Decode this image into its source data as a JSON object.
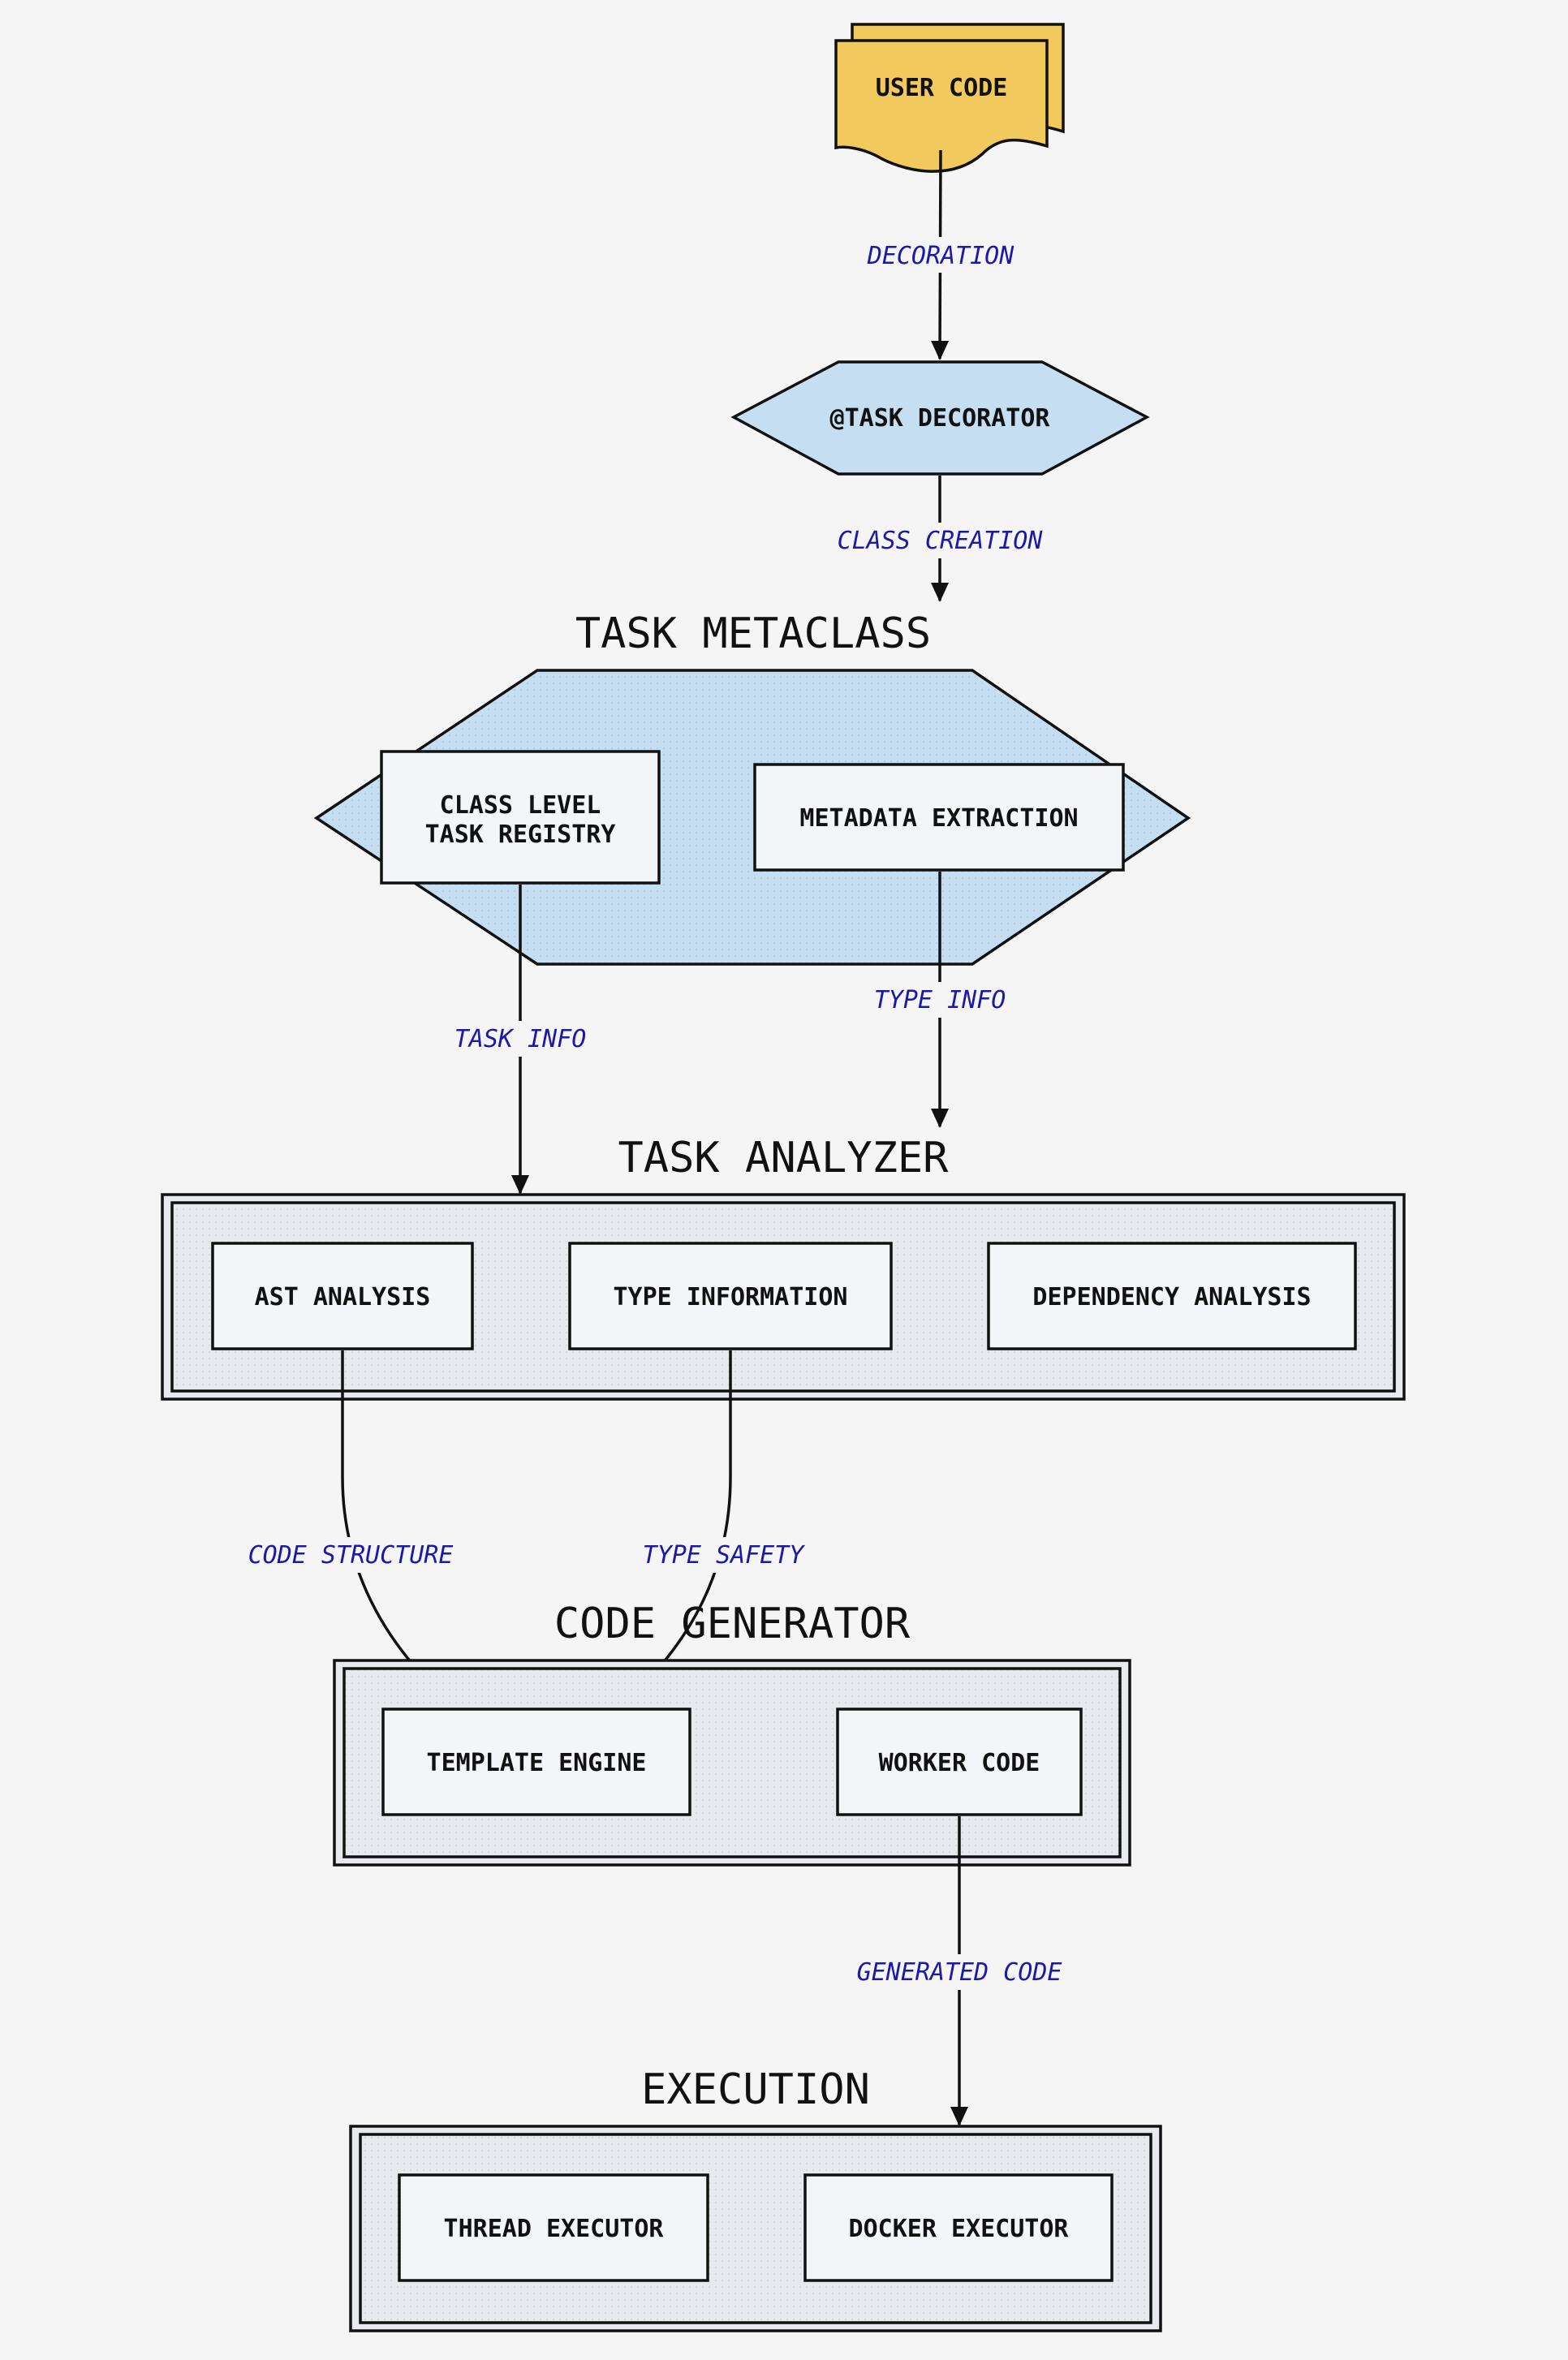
{
  "nodes": {
    "user_code": "USER CODE",
    "task_decorator": "@TASK DECORATOR",
    "class_registry_line1": "CLASS LEVEL",
    "class_registry_line2": "TASK REGISTRY",
    "metadata_extraction": "METADATA EXTRACTION",
    "ast_analysis": "AST ANALYSIS",
    "type_information": "TYPE INFORMATION",
    "dependency_analysis": "DEPENDENCY ANALYSIS",
    "template_engine": "TEMPLATE ENGINE",
    "worker_code": "WORKER CODE",
    "thread_executor": "THREAD EXECUTOR",
    "docker_executor": "DOCKER EXECUTOR"
  },
  "groups": {
    "task_metaclass": "TASK METACLASS",
    "task_analyzer": "TASK ANALYZER",
    "code_generator": "CODE GENERATOR",
    "execution": "EXECUTION"
  },
  "edges": {
    "decoration": "DECORATION",
    "class_creation": "CLASS CREATION",
    "task_info": "TASK INFO",
    "type_info": "TYPE INFO",
    "code_structure": "CODE STRUCTURE",
    "type_safety": "TYPE SAFETY",
    "generated_code": "GENERATED CODE"
  },
  "colors": {
    "background": "#f5f5f5",
    "user_code_fill": "#f2c95d",
    "metaclass_fill": "#c5def2",
    "box_fill": "#f4f5f9",
    "edge_label": "#1a1aa6"
  }
}
